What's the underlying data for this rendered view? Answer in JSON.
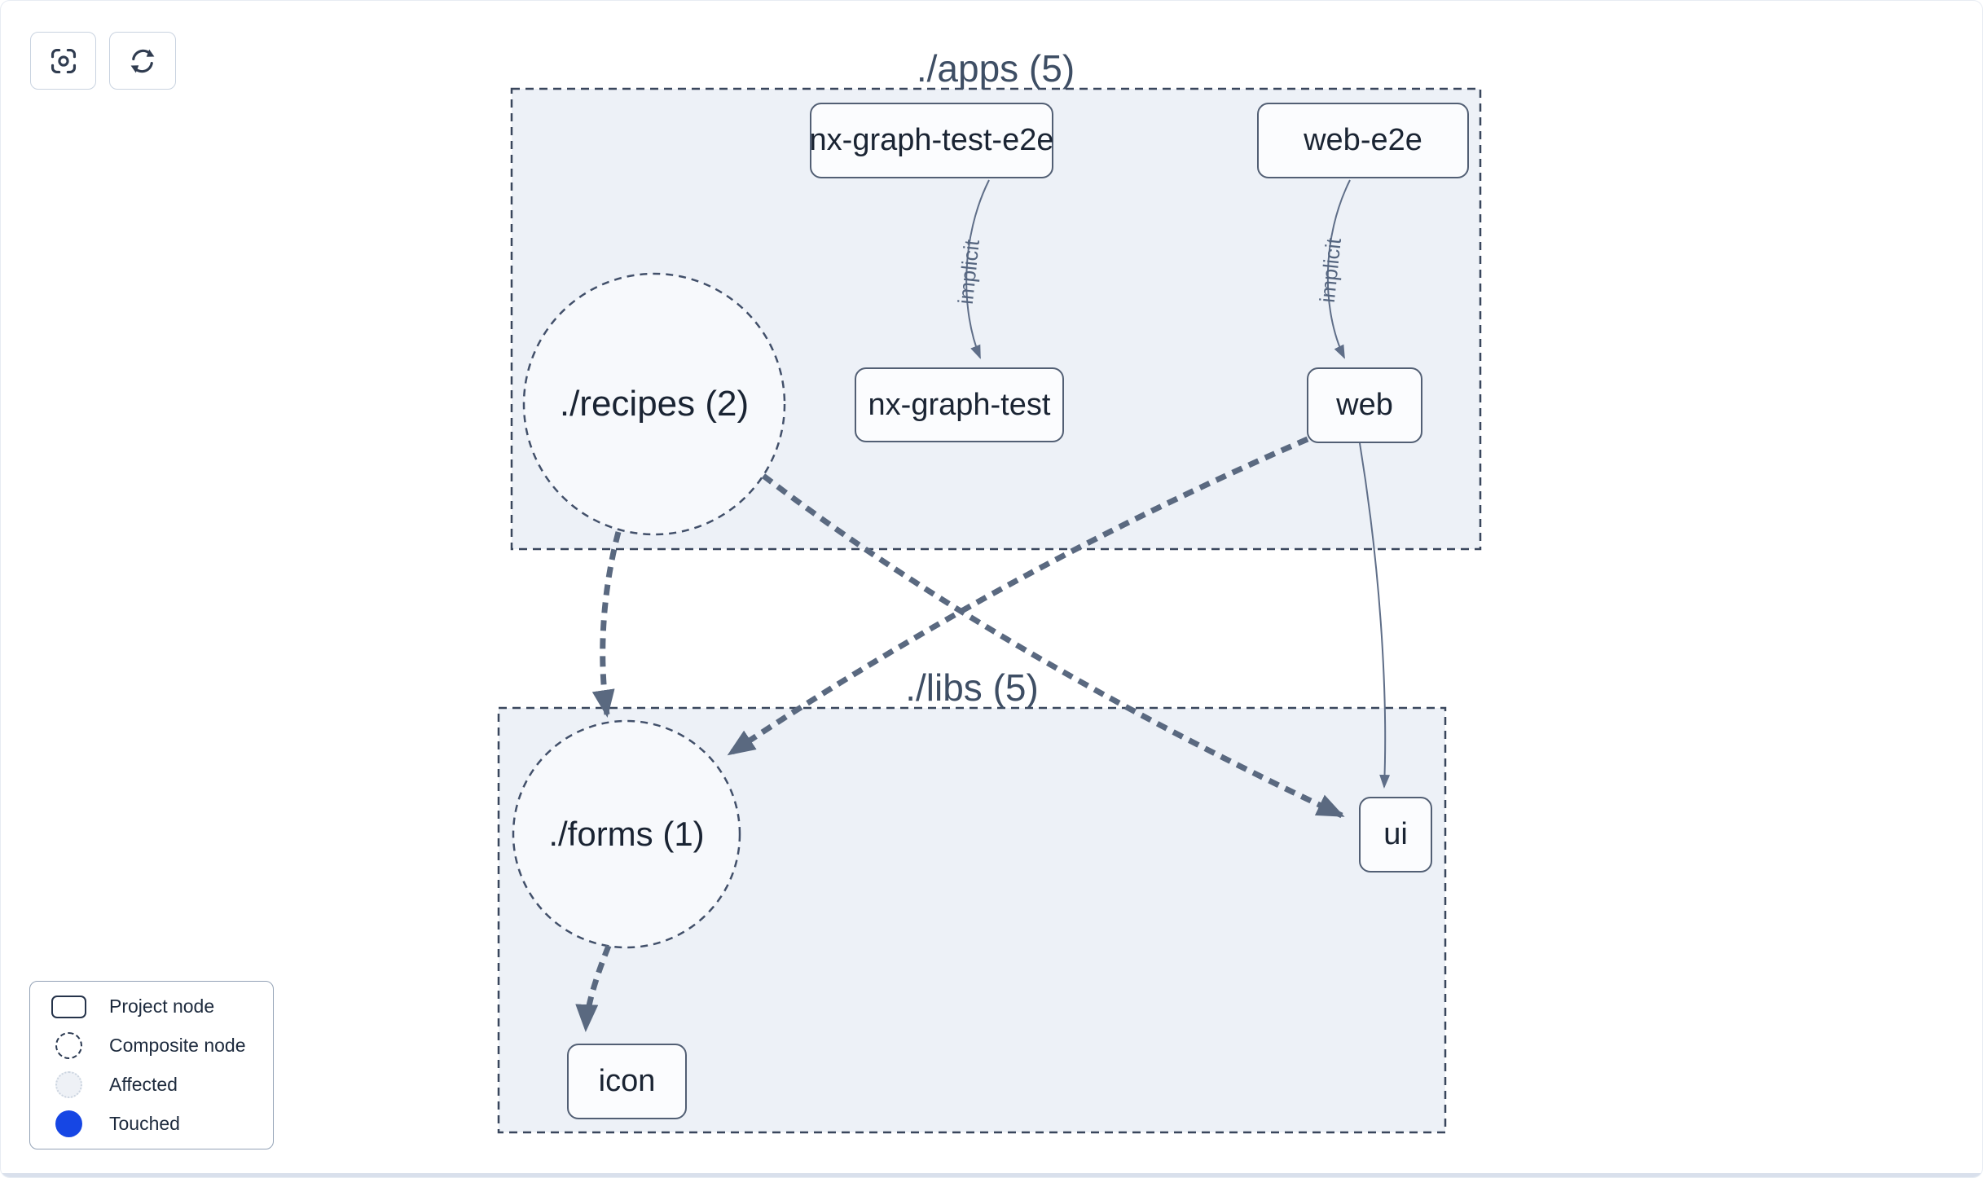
{
  "toolbar": {
    "buttons": [
      {
        "name": "center-graph",
        "icon": "focus-icon"
      },
      {
        "name": "refresh-graph",
        "icon": "refresh-icon"
      }
    ]
  },
  "graph": {
    "groups": [
      {
        "label": "./apps (5)"
      },
      {
        "label": "./libs (5)"
      }
    ],
    "nodes": [
      {
        "label": "nx-graph-test-e2e",
        "type": "project",
        "group": "./apps (5)"
      },
      {
        "label": "web-e2e",
        "type": "project",
        "group": "./apps (5)"
      },
      {
        "label": "nx-graph-test",
        "type": "project",
        "group": "./apps (5)"
      },
      {
        "label": "web",
        "type": "project",
        "group": "./apps (5)"
      },
      {
        "label": "ui",
        "type": "project",
        "group": "./libs (5)"
      },
      {
        "label": "icon",
        "type": "project",
        "group": "./libs (5)"
      },
      {
        "label": "./recipes (2)",
        "type": "composite",
        "group": "./apps (5)"
      },
      {
        "label": "./forms (1)",
        "type": "composite",
        "group": "./libs (5)"
      }
    ],
    "edges": [
      {
        "from": "nx-graph-test-e2e",
        "to": "nx-graph-test",
        "label": "implicit",
        "style": "solid"
      },
      {
        "from": "web-e2e",
        "to": "web",
        "label": "implicit",
        "style": "solid"
      },
      {
        "from": "./recipes (2)",
        "to": "./forms (1)",
        "label": "",
        "style": "dashed-thick"
      },
      {
        "from": "./recipes (2)",
        "to": "ui",
        "label": "",
        "style": "dashed-thick"
      },
      {
        "from": "web",
        "to": "./forms (1)",
        "label": "",
        "style": "dashed-thick"
      },
      {
        "from": "web",
        "to": "ui",
        "label": "",
        "style": "solid"
      },
      {
        "from": "./forms (1)",
        "to": "icon",
        "label": "",
        "style": "dashed-thick"
      }
    ]
  },
  "legend": {
    "items": [
      {
        "swatch": "project-node-swatch",
        "label": "Project node"
      },
      {
        "swatch": "composite-node-swatch",
        "label": "Composite node"
      },
      {
        "swatch": "affected-swatch",
        "label": "Affected"
      },
      {
        "swatch": "touched-swatch",
        "label": "Touched"
      }
    ]
  },
  "colors": {
    "group_fill": "#edf1f7",
    "composite_fill": "#f7f9fc",
    "node_fill": "#fbfcfe",
    "edge": "#5a6980",
    "border_dash": "#39465c",
    "text": "#1a2433",
    "touched_blue": "#1646e4",
    "affected_fill": "#eef1f6"
  }
}
